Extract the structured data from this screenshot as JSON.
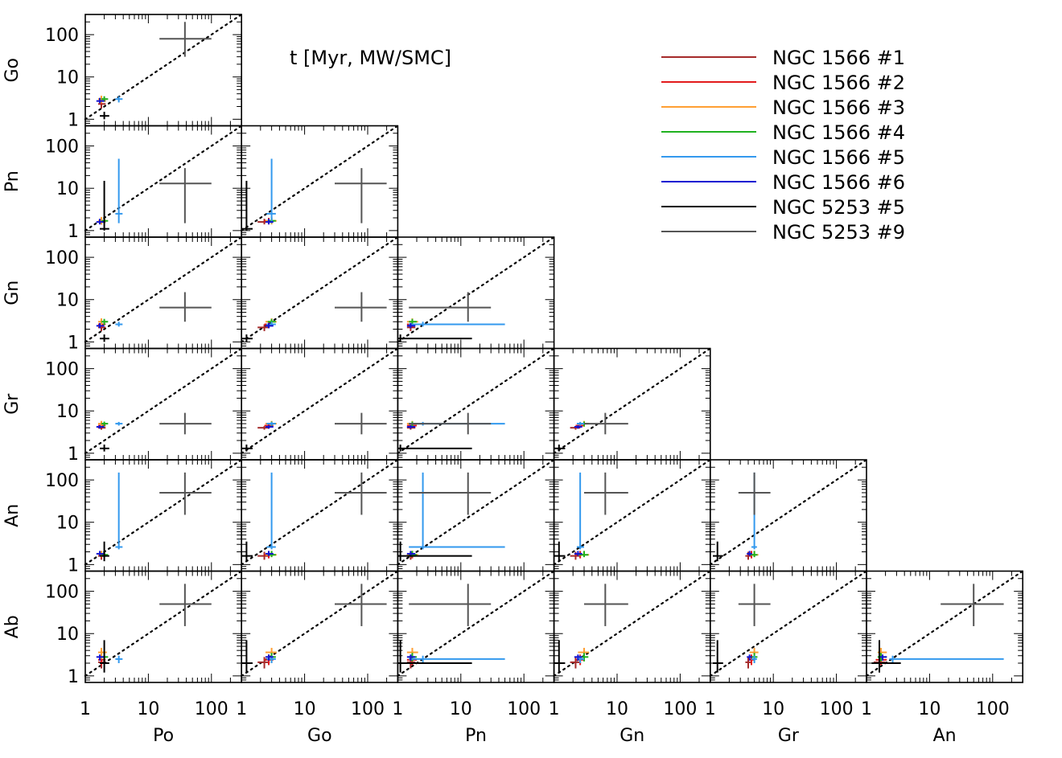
{
  "title": "t [Myr, MW/SMC]",
  "scale": "log",
  "xlim": [
    1,
    300
  ],
  "ylim": [
    0.7,
    300
  ],
  "diagonal": "y = x, dotted",
  "row_labels": [
    "Go",
    "Pn",
    "Gn",
    "Gr",
    "An",
    "Ab"
  ],
  "col_labels": [
    "Po",
    "Go",
    "Pn",
    "Gn",
    "Gr",
    "An"
  ],
  "tick_labels": [
    "1",
    "10",
    "100"
  ],
  "legend": [
    {
      "name": "NGC 1566 #1",
      "color": "#a52a2a"
    },
    {
      "name": "NGC 1566 #2",
      "color": "#e31a1c"
    },
    {
      "name": "NGC 1566 #3",
      "color": "#ff9f33"
    },
    {
      "name": "NGC 1566 #4",
      "color": "#1fb21f"
    },
    {
      "name": "NGC 1566 #5",
      "color": "#3399ee"
    },
    {
      "name": "NGC 1566 #6",
      "color": "#1414d2"
    },
    {
      "name": "NGC 5253 #5",
      "color": "#000000"
    },
    {
      "name": "NGC 5253 #9",
      "color": "#555555"
    }
  ],
  "chart_data": {
    "type": "scatter",
    "description_of_values": "age estimates per object and age indicator; error bars as [min, value, max]",
    "indicators": [
      "Po",
      "Go",
      "Pn",
      "Gn",
      "Gr",
      "An",
      "Ab"
    ],
    "series": [
      {
        "name": "NGC 1566 #1",
        "values": {
          "Po": [
            1.6,
            1.8,
            2.1
          ],
          "Go": [
            1.8,
            2.3,
            2.8
          ],
          "Pn": [
            1.4,
            1.6,
            1.9
          ],
          "Gn": [
            1.8,
            2.2,
            2.6
          ],
          "Gr": [
            3.6,
            4.0,
            4.4
          ],
          "An": [
            1.3,
            1.6,
            2.0
          ],
          "Ab": [
            1.5,
            2.1,
            2.8
          ]
        }
      },
      {
        "name": "NGC 1566 #2",
        "values": {
          "Po": [
            1.6,
            1.8,
            2.1
          ],
          "Go": [
            2.3,
            2.7,
            3.2
          ],
          "Pn": [
            1.4,
            1.7,
            2.0
          ],
          "Gn": [
            2.2,
            2.6,
            3.0
          ],
          "Gr": [
            4.0,
            4.5,
            5.0
          ],
          "An": [
            1.4,
            1.7,
            2.1
          ],
          "Ab": [
            1.8,
            2.4,
            3.2
          ]
        }
      },
      {
        "name": "NGC 1566 #3",
        "values": {
          "Po": [
            1.6,
            1.8,
            2.2
          ],
          "Go": [
            2.4,
            3.0,
            3.6
          ],
          "Pn": [
            1.4,
            1.7,
            2.1
          ],
          "Gn": [
            2.4,
            3.0,
            3.6
          ],
          "Gr": [
            4.2,
            5.0,
            5.8
          ],
          "An": [
            1.5,
            1.7,
            2.1
          ],
          "Ab": [
            2.5,
            3.6,
            4.6
          ]
        }
      },
      {
        "name": "NGC 1566 #4",
        "values": {
          "Po": [
            1.8,
            2.0,
            2.3
          ],
          "Go": [
            2.6,
            3.0,
            3.5
          ],
          "Pn": [
            1.5,
            1.7,
            2.0
          ],
          "Gn": [
            2.5,
            3.0,
            3.5
          ],
          "Gr": [
            4.3,
            5.0,
            5.6
          ],
          "An": [
            1.5,
            1.7,
            2.1
          ],
          "Ab": [
            2.2,
            2.8,
            3.5
          ]
        }
      },
      {
        "name": "NGC 1566 #5",
        "values": {
          "Po": [
            3.0,
            3.4,
            3.9
          ],
          "Go": [
            2.5,
            3.0,
            3.5
          ],
          "Pn": [
            1.5,
            2.5,
            50
          ],
          "Gn": [
            2.3,
            2.6,
            3.0
          ],
          "Gr": [
            4.5,
            5.0,
            5.5
          ],
          "An": [
            2.3,
            2.6,
            150
          ],
          "Ab": [
            2.0,
            2.5,
            3.0
          ]
        }
      },
      {
        "name": "NGC 1566 #6",
        "values": {
          "Po": [
            1.5,
            1.7,
            2.0
          ],
          "Go": [
            2.4,
            2.7,
            3.2
          ],
          "Pn": [
            1.4,
            1.6,
            1.9
          ],
          "Gn": [
            2.1,
            2.4,
            2.8
          ],
          "Gr": [
            3.8,
            4.2,
            4.6
          ],
          "An": [
            1.6,
            1.8,
            2.1
          ],
          "Ab": [
            2.3,
            2.8,
            3.2
          ]
        }
      },
      {
        "name": "NGC 5253 #5",
        "values": {
          "Po": [
            1.7,
            2.0,
            2.4
          ],
          "Go": [
            1.0,
            1.2,
            1.5
          ],
          "Pn": [
            1.0,
            1.1,
            15
          ],
          "Gn": [
            1.0,
            1.2,
            1.5
          ],
          "Gr": [
            1.1,
            1.3,
            1.6
          ],
          "An": [
            1.2,
            1.6,
            3.5
          ],
          "Ab": [
            1.2,
            2.0,
            7.0
          ]
        }
      },
      {
        "name": "NGC 5253 #9",
        "values": {
          "Po": [
            15,
            38,
            100
          ],
          "Go": [
            30,
            80,
            200
          ],
          "Pn": [
            1.5,
            13,
            30
          ],
          "Gn": [
            3,
            6.5,
            15
          ],
          "Gr": [
            2.8,
            5,
            9
          ],
          "An": [
            15,
            50,
            150
          ],
          "Ab": [
            15,
            50,
            150
          ]
        }
      }
    ],
    "subplot_pairs": "row indicator (y) vs column indicator (x) for lower-triangle panels"
  }
}
